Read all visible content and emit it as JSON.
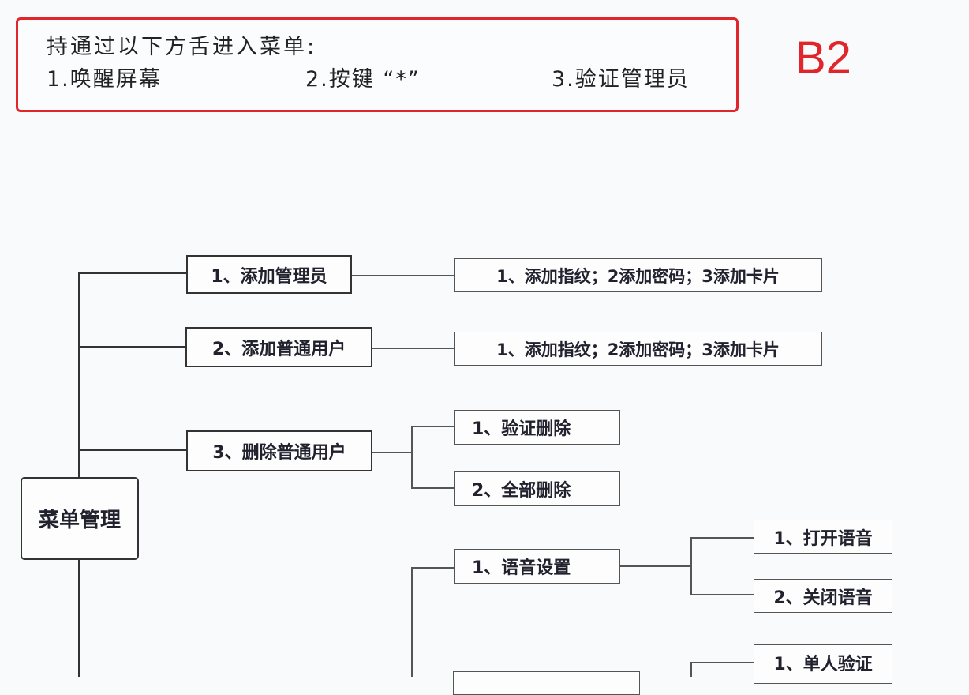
{
  "notice": {
    "title": "持通过以下方舌进入菜单:",
    "options": [
      "1.唤醒屏幕",
      "2.按键 “*”",
      "3.验证管理员"
    ],
    "border_color": "#e0262a"
  },
  "badge": {
    "label": "B2",
    "color": "#e0262a"
  },
  "tree": {
    "root": "菜单管理",
    "branches": [
      {
        "label": "1、添加管理员",
        "children": [
          "1、添加指纹；2添加密码；3添加卡片"
        ]
      },
      {
        "label": "2、添加普通用户",
        "children": [
          "1、添加指纹；2添加密码；3添加卡片"
        ]
      },
      {
        "label": "3、删除普通用户",
        "children": [
          "1、验证删除",
          "2、全部删除"
        ]
      },
      {
        "label": "",
        "children": [
          {
            "label": "1、语音设置",
            "children": [
              "1、打开语音",
              "2、关闭语音"
            ]
          },
          {
            "label": "",
            "children": [
              "1、单人验证"
            ]
          }
        ]
      }
    ]
  }
}
